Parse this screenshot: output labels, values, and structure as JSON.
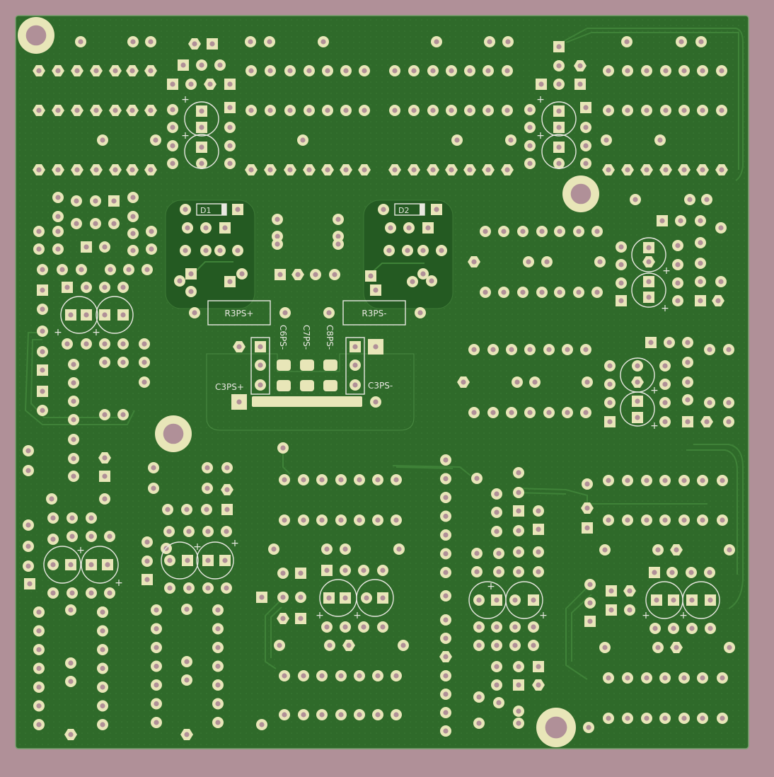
{
  "board": {
    "background_color": "#b09098",
    "pcb_color": "#2f6a2a",
    "pad_color": "#e8e6b8",
    "drill_color": "#b09098",
    "silk_color": "#e8e8e0"
  },
  "labels": {
    "d1": "D1",
    "d2": "D2",
    "r3ps_plus": "R3PS+",
    "r3ps_minus": "R3PS-",
    "c6ps": "C6PS-",
    "c7ps": "C7PS-",
    "c8ps": "C8PS-",
    "c3ps_plus": "C3PS+",
    "c3ps_minus": "C3PS-",
    "plus": "+"
  }
}
